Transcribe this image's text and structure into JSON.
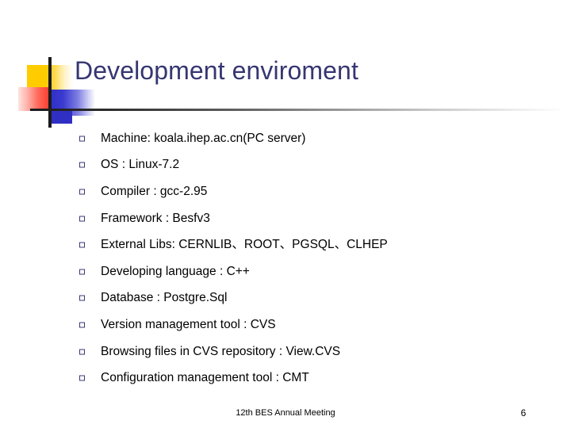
{
  "slide": {
    "title": "Development enviroment",
    "page_number": "6",
    "footer_text": "12th BES Annual Meeting",
    "bullets": [
      {
        "text": "Machine: koala.ihep.ac.cn(PC server)"
      },
      {
        "text": "OS : Linux-7.2"
      },
      {
        "text": "Compiler : gcc-2.95"
      },
      {
        "text": "Framework : Besfv3"
      },
      {
        "text": "External Libs: CERNLIB、ROOT、PGSQL、CLHEP"
      },
      {
        "text": "Developing language : C++"
      },
      {
        "text": "Database : Postgre.Sql"
      },
      {
        "text": "Version management tool : CVS"
      },
      {
        "text": "Browsing files in CVS repository : View.CVS"
      },
      {
        "text": "Configuration management tool : CMT"
      }
    ]
  },
  "decoration": {
    "yellow": "#ffcc00",
    "red": "#fa3a2c",
    "blue": "#2f2fc4",
    "line": "#1b1b1b",
    "title_color": "#363672",
    "bullet_color": "#3a3a78"
  }
}
